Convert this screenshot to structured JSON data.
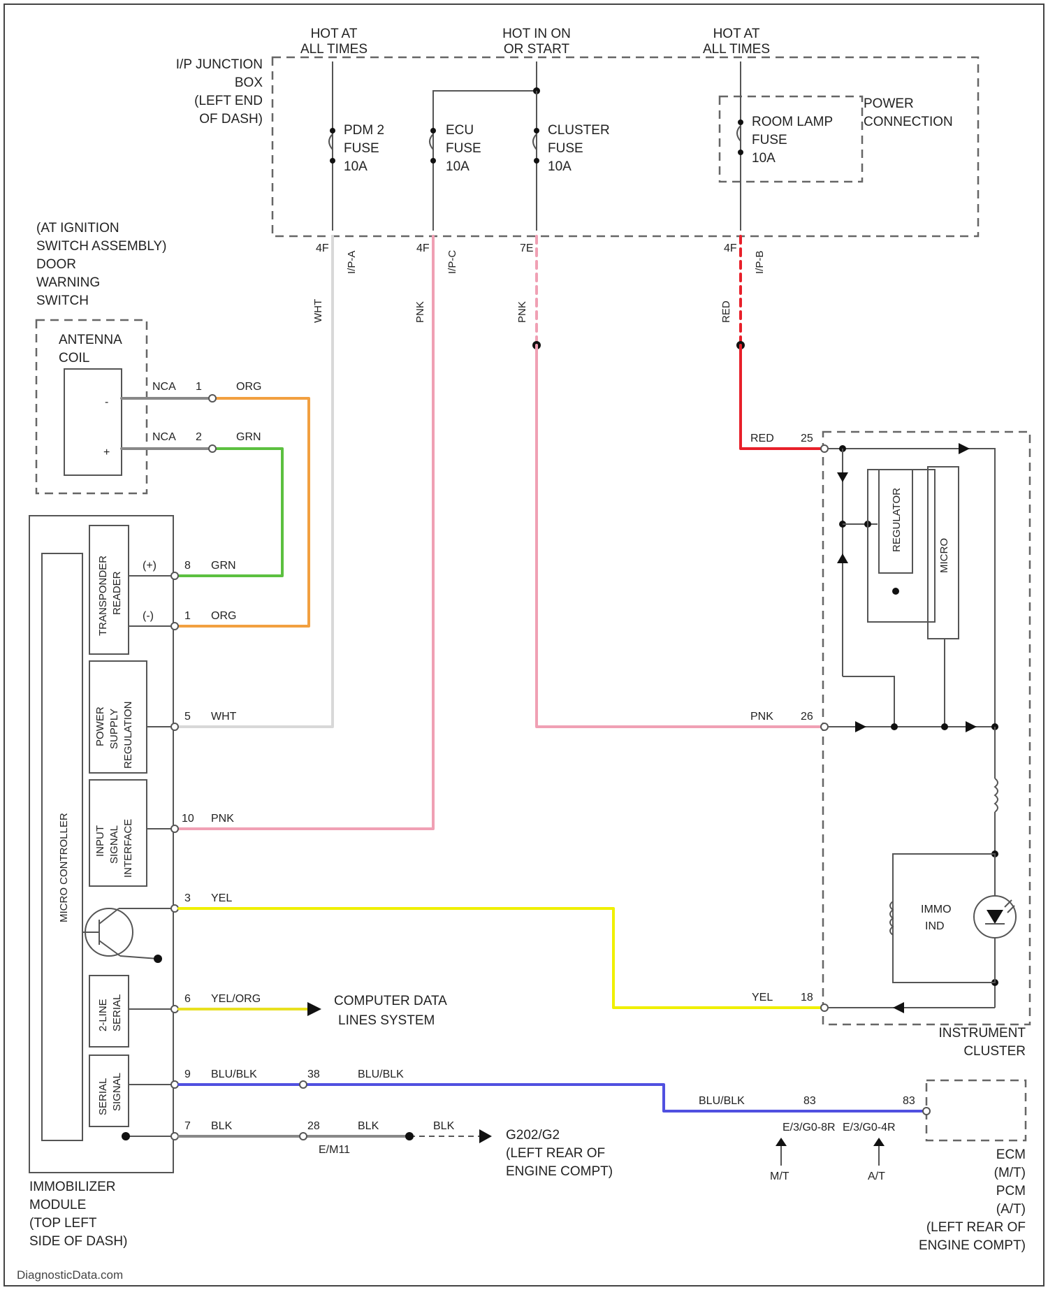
{
  "diagram": {
    "power_headers": {
      "hot_at_all_times_1": [
        "HOT AT",
        "ALL TIMES"
      ],
      "hot_in_on": [
        "HOT IN ON",
        "OR START"
      ],
      "hot_at_all_times_2": [
        "HOT AT",
        "ALL TIMES"
      ]
    },
    "junction_box": [
      "I/P JUNCTION",
      "BOX",
      "(LEFT END",
      "OF DASH)"
    ],
    "power_connection": [
      "POWER",
      "CONNECTION"
    ],
    "fuses": {
      "pdm2": [
        "PDM 2",
        "FUSE",
        "10A"
      ],
      "ecu": [
        "ECU",
        "FUSE",
        "10A"
      ],
      "cluster": [
        "CLUSTER",
        "FUSE",
        "10A"
      ],
      "room_lamp": [
        "ROOM LAMP",
        "FUSE",
        "10A"
      ]
    },
    "fuse_pins": {
      "pdm2": "4F",
      "pdm2_conn": "I/P-A",
      "ecu": "4F",
      "ecu_conn": "I/P-C",
      "cluster": "7E",
      "room_lamp": "4F",
      "room_lamp_conn": "I/P-B"
    },
    "ignition_switch": [
      "(AT IGNITION",
      "SWITCH ASSEMBLY)",
      "DOOR",
      "WARNING",
      "SWITCH"
    ],
    "antenna_coil": [
      "ANTENNA",
      "COIL"
    ],
    "antenna_pins": {
      "pin_a": "-",
      "pin_b": "+"
    },
    "antenna_wires": {
      "nca1": "NCA",
      "nca1_pin": "1",
      "org": "ORG",
      "nca2": "NCA",
      "nca2_pin": "2",
      "grn": "GRN"
    },
    "vertical_wire_labels": {
      "wht": "WHT",
      "pnk1": "PNK",
      "pnk2": "PNK",
      "red": "RED"
    },
    "module_blocks": {
      "micro_controller": "MICRO CONTROLLER",
      "transponder_reader": [
        "TRANSPONDER",
        "READER"
      ],
      "power_supply": [
        "POWER",
        "SUPPLY",
        "REGULATION"
      ],
      "input_signal": [
        "INPUT",
        "SIGNAL",
        "INTERFACE"
      ],
      "two_line_serial": [
        "2-LINE",
        "SERIAL"
      ],
      "serial_signal": [
        "SERIAL",
        "SIGNAL"
      ]
    },
    "module_pins": [
      {
        "terminal": "(+)",
        "pin": "8",
        "color": "GRN"
      },
      {
        "terminal": "(-)",
        "pin": "1",
        "color": "ORG"
      },
      {
        "terminal": "",
        "pin": "5",
        "color": "WHT"
      },
      {
        "terminal": "",
        "pin": "10",
        "color": "PNK"
      },
      {
        "terminal": "",
        "pin": "3",
        "color": "YEL"
      },
      {
        "terminal": "",
        "pin": "6",
        "color": "YEL/ORG"
      },
      {
        "terminal": "",
        "pin": "9",
        "color": "BLU/BLK"
      },
      {
        "terminal": "",
        "pin": "7",
        "color": "BLK"
      }
    ],
    "immobilizer": [
      "IMMOBILIZER",
      "MODULE",
      "(TOP LEFT",
      "SIDE OF DASH)"
    ],
    "computer_data": [
      "COMPUTER DATA",
      "LINES SYSTEM"
    ],
    "cluster_pins": {
      "red": "RED",
      "red_pin": "25",
      "pnk": "PNK",
      "pnk_pin": "26",
      "yel": "YEL",
      "yel_pin": "18"
    },
    "cluster_internal": {
      "regulator": "REGULATOR",
      "micro": "MICRO",
      "immo_ind": [
        "IMMO",
        "IND"
      ]
    },
    "instrument_cluster": [
      "INSTRUMENT",
      "CLUSTER"
    ],
    "lower_wires": {
      "blu_pin_a": "38",
      "blu_a": "BLU/BLK",
      "blu_b": "BLU/BLK",
      "blu_pin_b": "83",
      "blu_pin_c": "83",
      "blk_pin_a": "28",
      "blk_a": "BLK",
      "blk_b": "BLK",
      "e_conn": "E/M11",
      "ground": "G202/G2",
      "ground_loc": [
        "(LEFT REAR OF",
        "ENGINE COMPT)"
      ]
    },
    "ecm_connectors": {
      "mt": "E/3/G0-8R",
      "at": "E/3/G0-4R",
      "mt_lbl": "M/T",
      "at_lbl": "A/T"
    },
    "ecm": [
      "ECM",
      "(M/T)",
      "PCM",
      "(A/T)",
      "(LEFT REAR OF",
      "ENGINE COMPT)"
    ],
    "credit": "DiagnosticData.com"
  },
  "colors": {
    "wht": "#d8d8d8",
    "pnk": "#f0a0b4",
    "red": "#e8202a",
    "org": "#f2a040",
    "grn": "#5cc040",
    "yel": "#f0f000",
    "yel_org": "#e8e020",
    "blu": "#5050e0",
    "blk": "#888888",
    "frame": "#555555"
  }
}
